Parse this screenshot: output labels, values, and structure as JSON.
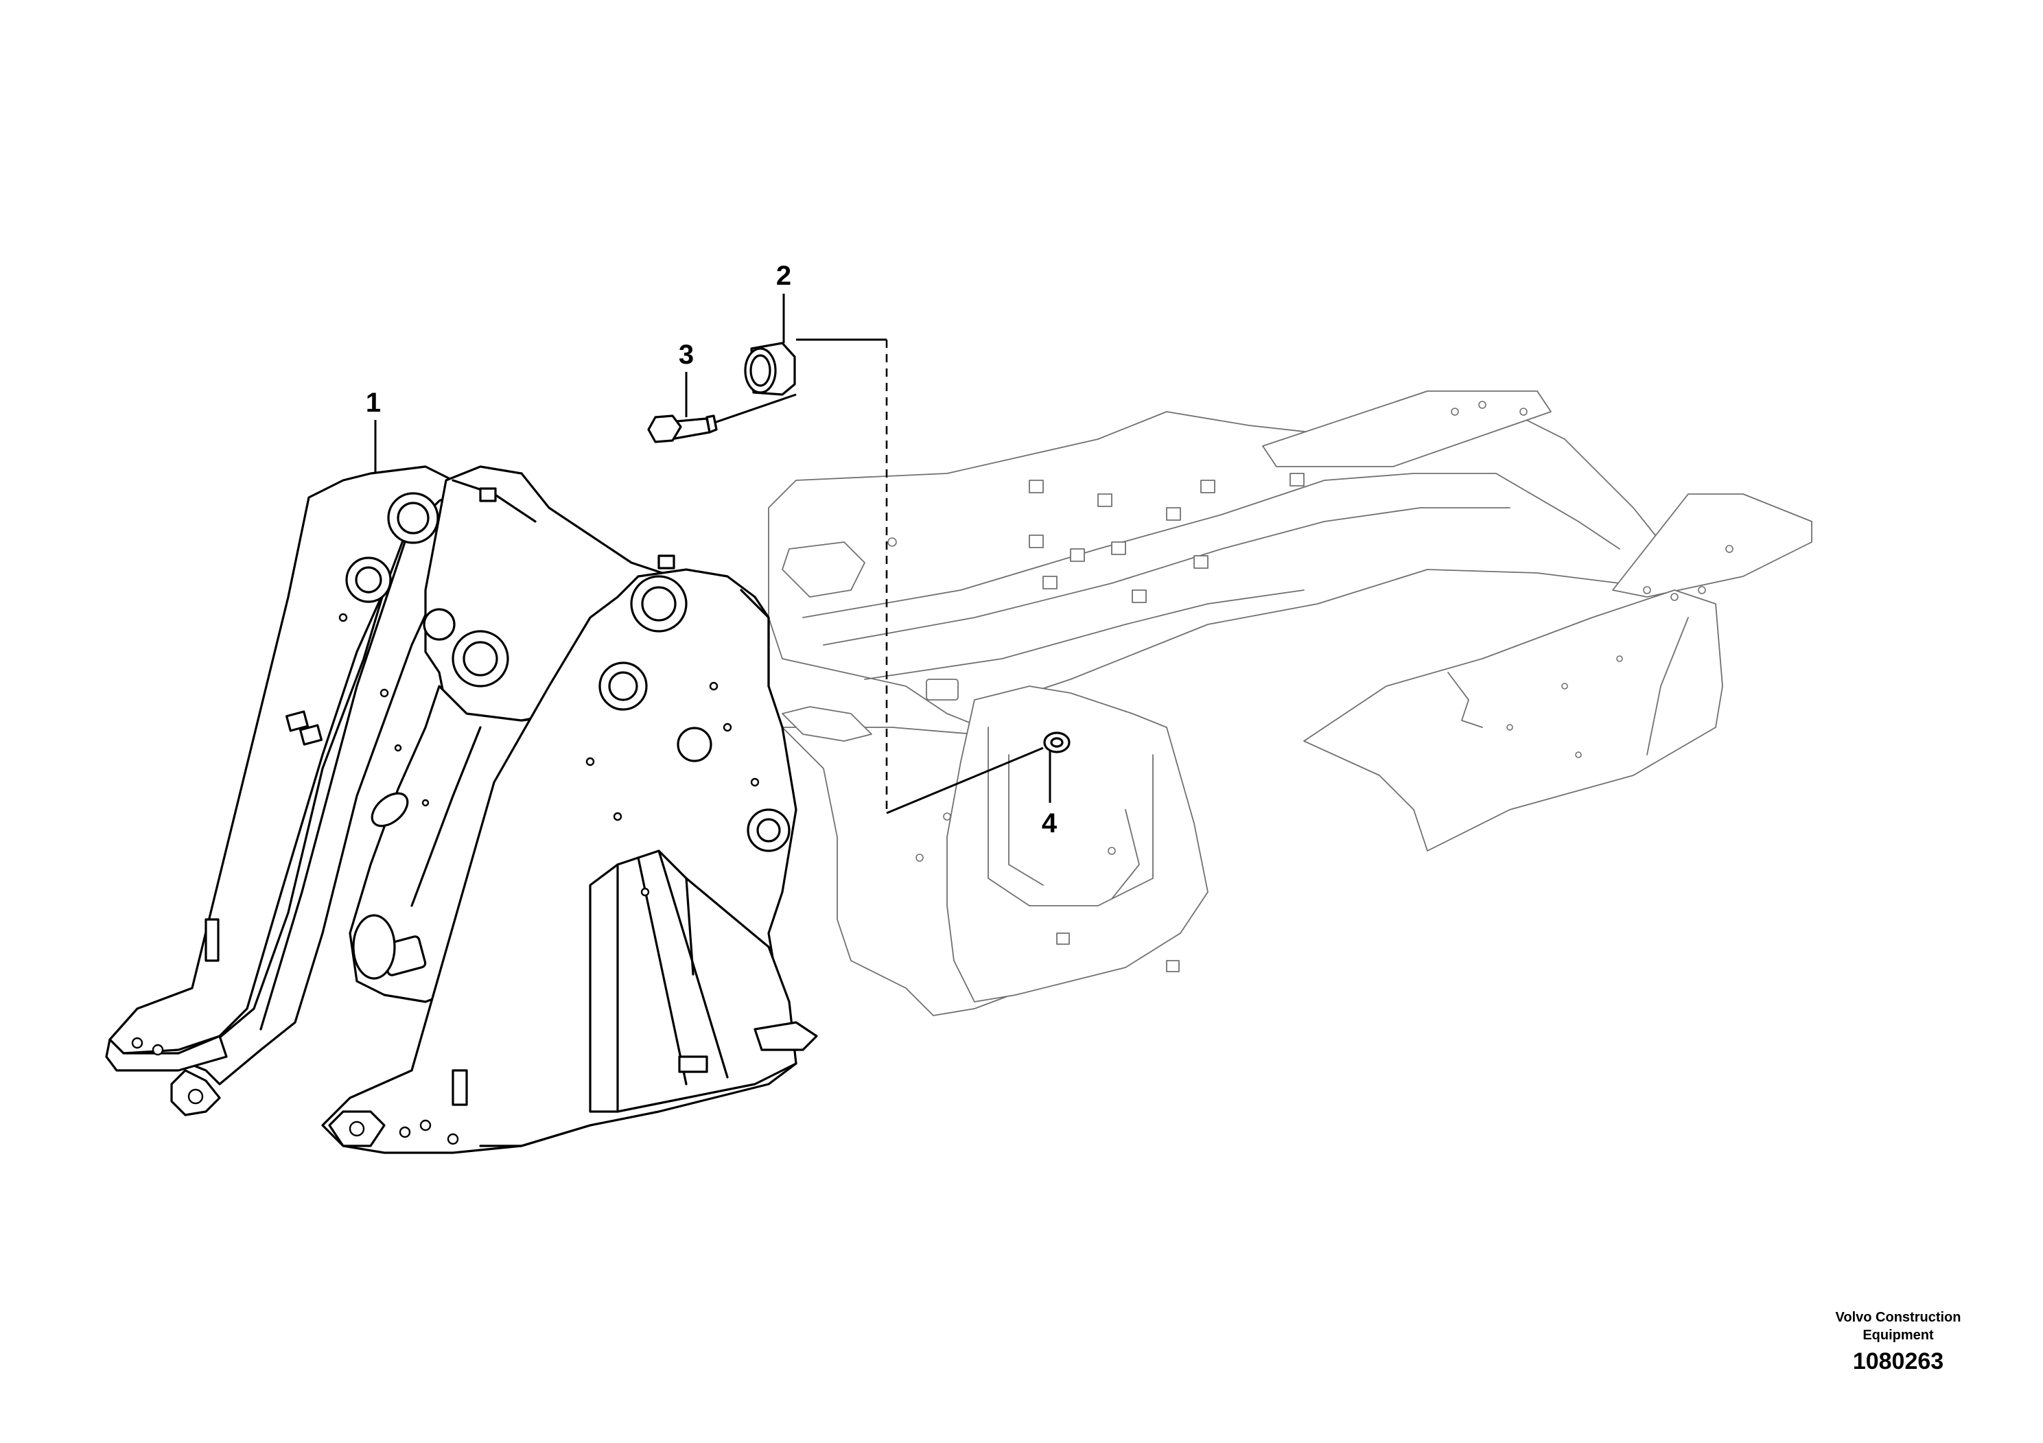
{
  "callouts": [
    {
      "id": "callout-1",
      "label": "1"
    },
    {
      "id": "callout-2",
      "label": "2"
    },
    {
      "id": "callout-3",
      "label": "3"
    },
    {
      "id": "callout-4",
      "label": "4"
    }
  ],
  "stamp": {
    "brand_line1": "Volvo Construction",
    "brand_line2": "Equipment",
    "number": "1080263"
  },
  "colors": {
    "line": "#000000",
    "ghost_line": "#707070",
    "background": "#ffffff"
  }
}
